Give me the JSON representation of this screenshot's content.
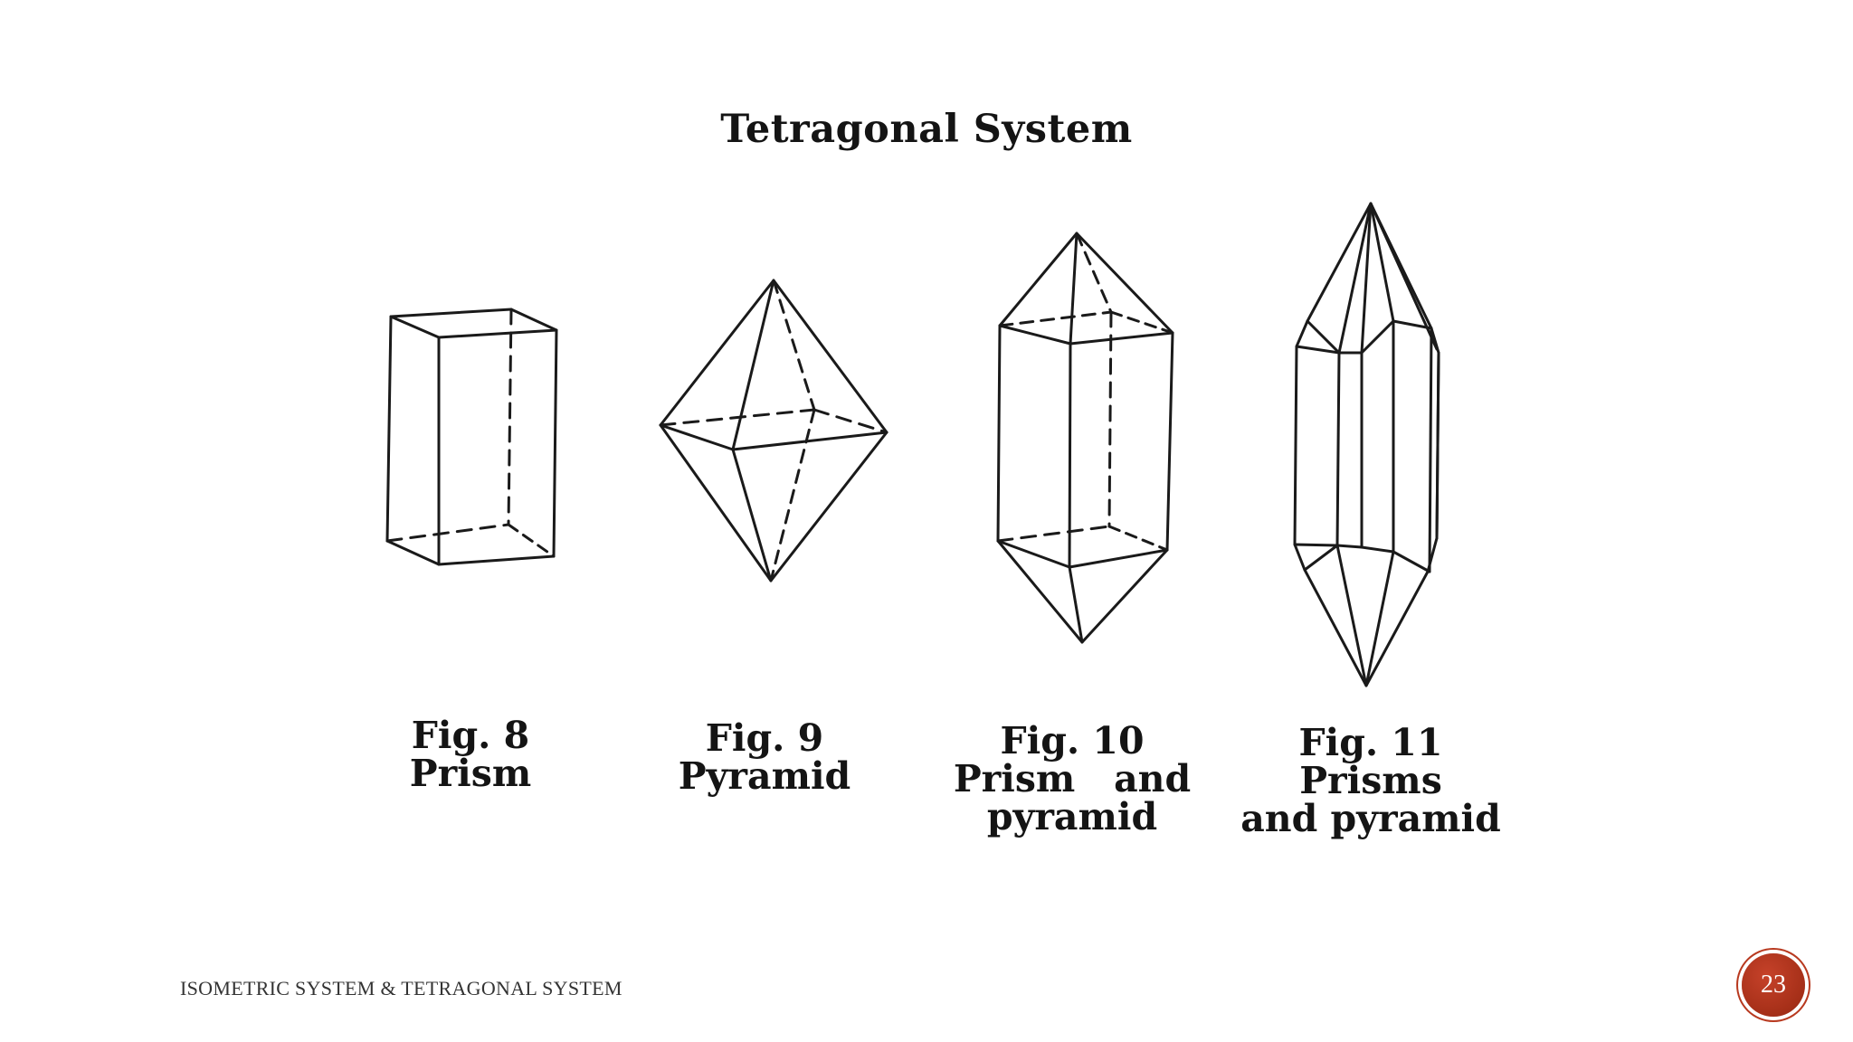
{
  "slide": {
    "title": "Tetragonal System",
    "figures": [
      {
        "number": "Fig.  8",
        "name_lines": [
          "Prism"
        ],
        "shape": "tetragonal-prism"
      },
      {
        "number": "Fig. 9",
        "name_lines": [
          "Pyramid"
        ],
        "shape": "tetragonal-dipyramid"
      },
      {
        "number": "Fig. 10",
        "name_lines": [
          "Prism   and",
          "pyramid"
        ],
        "shape": "prism-with-pyramid-ends"
      },
      {
        "number": "Fig. 11",
        "name_lines": [
          "Prisms",
          "and pyramid"
        ],
        "shape": "prisms-with-pyramid-ends"
      }
    ],
    "footer": "ISOMETRIC SYSTEM & TETRAGONAL SYSTEM",
    "page_number": "23",
    "colors": {
      "line": "#1a1a1a",
      "badge": "#b0341c",
      "text": "#141414"
    }
  }
}
